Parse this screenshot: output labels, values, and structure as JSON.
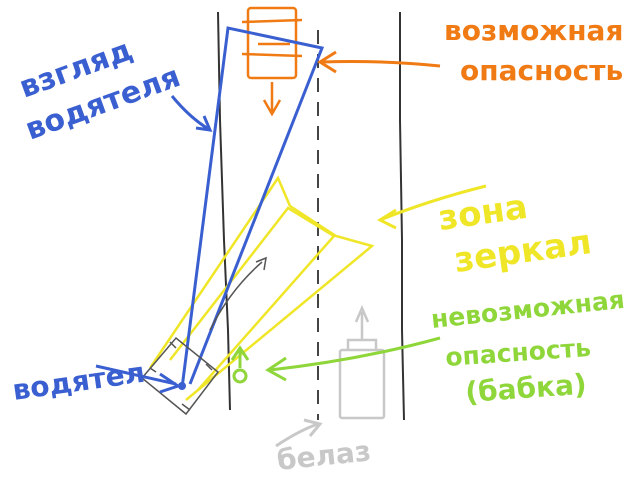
{
  "labels": {
    "driver_gaze_line1": "взгляд",
    "driver_gaze_line2": "водятеля",
    "possible_danger_line1": "возможная",
    "possible_danger_line2": "опасность",
    "mirror_zone_line1": "зона",
    "mirror_zone_line2": "зеркал",
    "impossible_danger_line1": "невозможная",
    "impossible_danger_line2": "опасность",
    "impossible_danger_line3": "(бабка)",
    "driver": "водятел",
    "belaz": "белаз"
  },
  "colors": {
    "gaze": "#3a5fd0",
    "danger": "#f07a14",
    "mirror": "#f0e628",
    "pedestrian": "#8fd63a",
    "road": "#333333",
    "truck": "#c8c8c8",
    "driver_car": "#555555"
  }
}
